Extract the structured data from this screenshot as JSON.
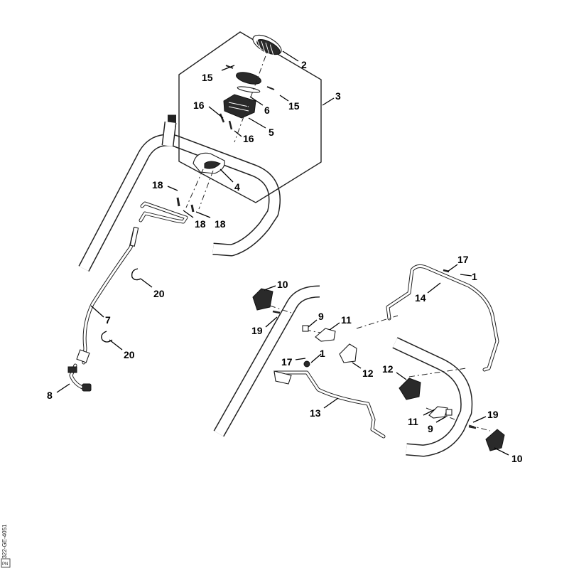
{
  "diagram": {
    "callouts": [
      "2",
      "15",
      "3",
      "15",
      "6",
      "16",
      "5",
      "16",
      "4",
      "18",
      "18",
      "18",
      "20",
      "7",
      "20",
      "8",
      "10",
      "17",
      "1",
      "14",
      "19",
      "9",
      "11",
      "17",
      "1",
      "12",
      "12",
      "13",
      "11",
      "9",
      "19",
      "10"
    ],
    "drawing_code": "8322-GE-4051",
    "corner_mark": "PN"
  }
}
